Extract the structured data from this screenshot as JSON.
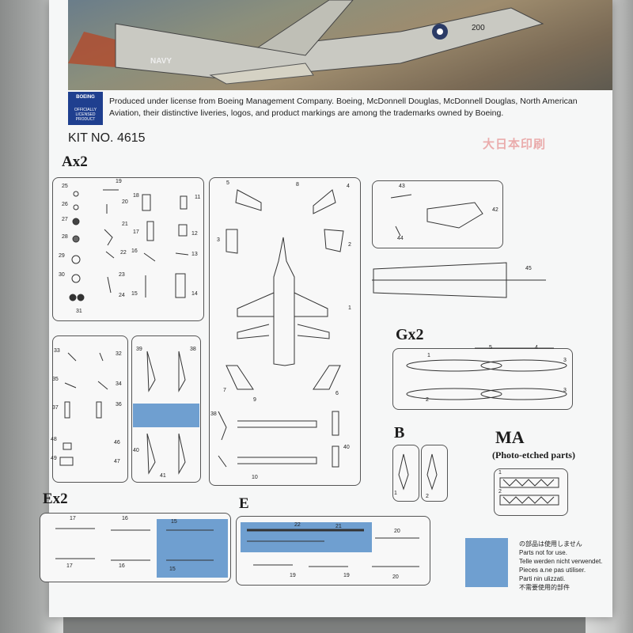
{
  "photo": {
    "aircraft_number": "200",
    "marking": "NAVY"
  },
  "license": {
    "logo_brand": "BOEING",
    "logo_sub": "OFFICIALLY LICENSED PRODUCT",
    "text": "Produced under license from Boeing Management Company. Boeing, McDonnell Douglas, McDonnell Douglas, North American Aviation, their distinctive liveries, logos, and product markings are among the trademarks owned by Boeing."
  },
  "kit_number": "KIT NO. 4615",
  "stamp_text": "大日本印刷",
  "sprues": {
    "A": {
      "label": "Ax2",
      "parts": [
        "25",
        "26",
        "27",
        "28",
        "29",
        "30",
        "31",
        "19",
        "20",
        "21",
        "22",
        "23",
        "24",
        "18",
        "17",
        "16",
        "15",
        "11",
        "12",
        "13",
        "14",
        "5",
        "8",
        "4",
        "3",
        "2",
        "1",
        "6",
        "7",
        "33",
        "32",
        "35",
        "34",
        "37",
        "36",
        "48",
        "46",
        "49",
        "47",
        "39",
        "38",
        "40",
        "41",
        "38",
        "40",
        "9",
        "10",
        "42",
        "43",
        "44",
        "45"
      ]
    },
    "G": {
      "label": "Gx2",
      "parts": [
        "5",
        "4",
        "1",
        "3",
        "2",
        "3"
      ]
    },
    "B": {
      "label": "B",
      "parts": [
        "1",
        "2"
      ]
    },
    "MA": {
      "label": "MA",
      "sub": "(Photo-etched parts)",
      "parts": [
        "1",
        "2"
      ]
    },
    "Ex": {
      "label": "Ex2",
      "parts": [
        "17",
        "16",
        "15",
        "17",
        "16",
        "15"
      ]
    },
    "E": {
      "label": "E",
      "parts": [
        "22",
        "21",
        "20",
        "19",
        "19",
        "20"
      ]
    }
  },
  "notice": {
    "lines": [
      "の部品は使用しません",
      "Parts not for use.",
      "Telle werden nicht verwendet.",
      "Pieces a.ne pas utiliser.",
      "Parti nin ulizzati.",
      "不需要使用的部件"
    ]
  }
}
